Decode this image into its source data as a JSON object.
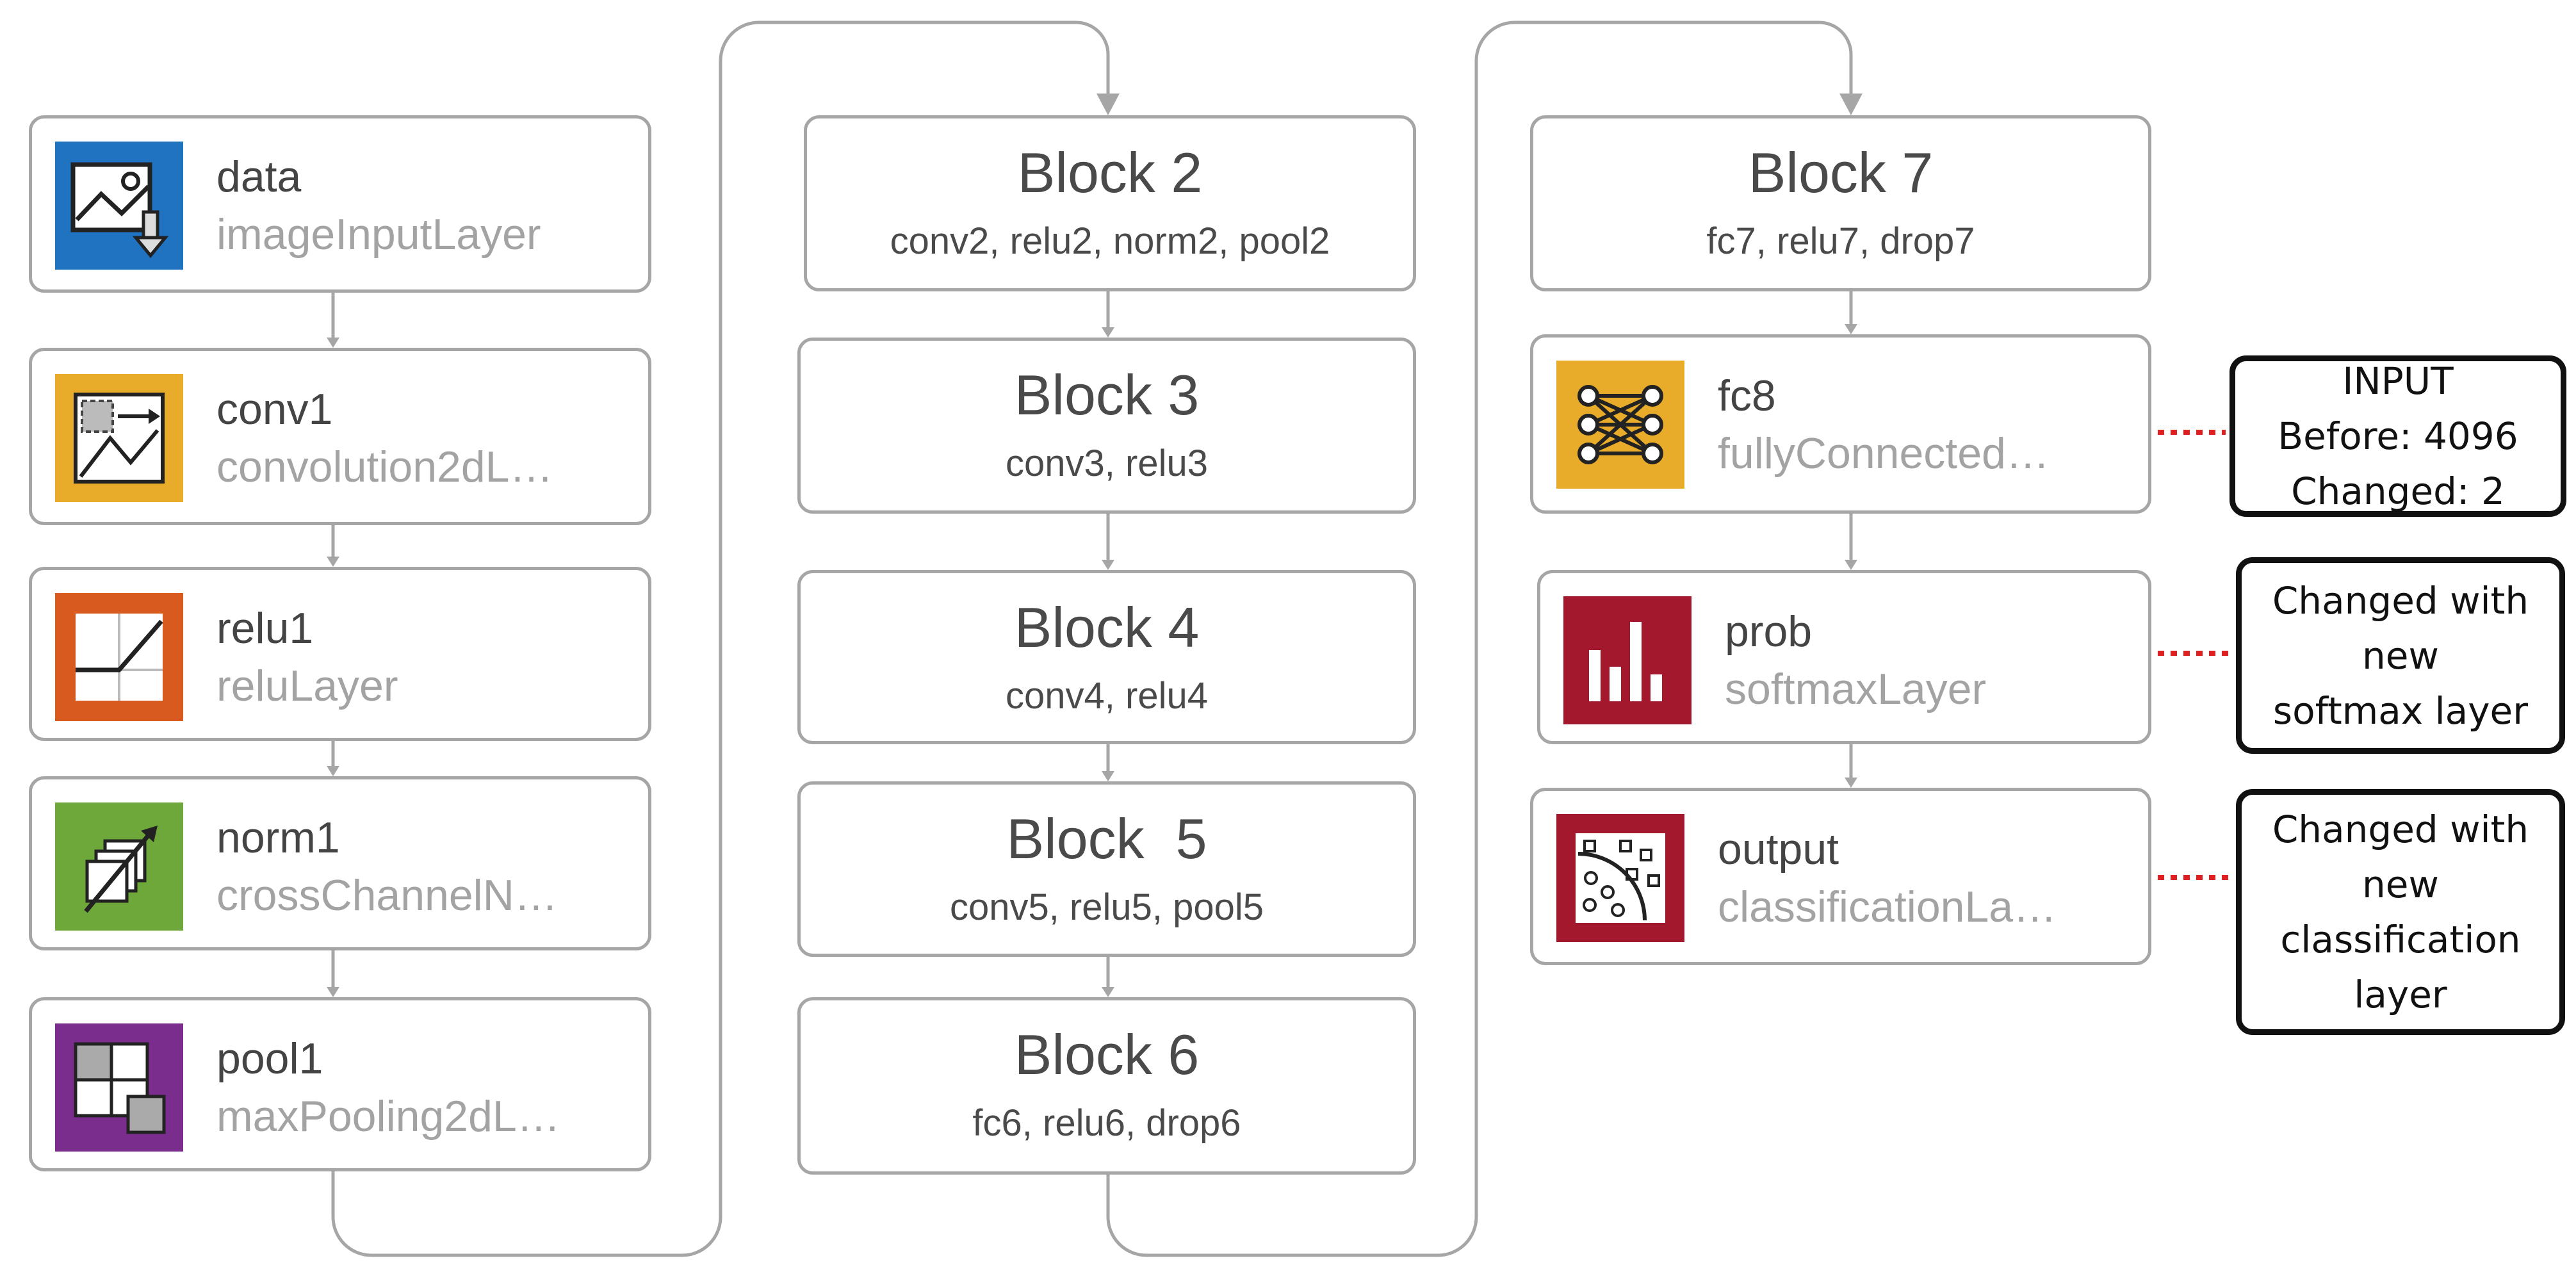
{
  "layers_col1": [
    {
      "id": "data",
      "name": "data",
      "type": "imageInputLayer",
      "icon": "image-input-icon",
      "color": "#1f73c0"
    },
    {
      "id": "conv1",
      "name": "conv1",
      "type": "convolution2dL…",
      "icon": "convolution-icon",
      "color": "#e8ac2a"
    },
    {
      "id": "relu1",
      "name": "relu1",
      "type": "reluLayer",
      "icon": "relu-icon",
      "color": "#d95a1e"
    },
    {
      "id": "norm1",
      "name": "norm1",
      "type": "crossChannelN…",
      "icon": "normalization-icon",
      "color": "#6fa83a"
    },
    {
      "id": "pool1",
      "name": "pool1",
      "type": "maxPooling2dL…",
      "icon": "max-pooling-icon",
      "color": "#7b2d8e"
    }
  ],
  "blocks_col2": [
    {
      "id": "block-2",
      "title": "Block 2",
      "subtitle": "conv2, relu2, norm2, pool2"
    },
    {
      "id": "block-3",
      "title": "Block 3",
      "subtitle": "conv3, relu3"
    },
    {
      "id": "block-4",
      "title": "Block 4",
      "subtitle": "conv4, relu4"
    },
    {
      "id": "block-5",
      "title": "Block  5",
      "subtitle": "conv5, relu5, pool5"
    },
    {
      "id": "block-6",
      "title": "Block 6",
      "subtitle": "fc6, relu6, drop6"
    }
  ],
  "col3": {
    "block_7": {
      "title": "Block 7",
      "subtitle": "fc7, relu7, drop7"
    },
    "layers": [
      {
        "id": "fc8",
        "name": "fc8",
        "type": "fullyConnected…",
        "icon": "fully-connected-icon",
        "color": "#e8ac2a"
      },
      {
        "id": "prob",
        "name": "prob",
        "type": "softmaxLayer",
        "icon": "softmax-icon",
        "color": "#a3182d"
      },
      {
        "id": "output",
        "name": "output",
        "type": "classificationLa…",
        "icon": "classification-icon",
        "color": "#a3182d"
      }
    ]
  },
  "notes": [
    {
      "id": "fc8-note",
      "lines": [
        "INPUT",
        "Before: 4096",
        "Changed: 2"
      ]
    },
    {
      "id": "prob-note",
      "lines": [
        "Changed with",
        "new",
        "softmax layer"
      ]
    },
    {
      "id": "output-note",
      "lines": [
        "Changed with",
        "new",
        "classification",
        "layer"
      ]
    }
  ],
  "colors": {
    "connector": "#a6a6a6",
    "note_link": "#e02020"
  }
}
